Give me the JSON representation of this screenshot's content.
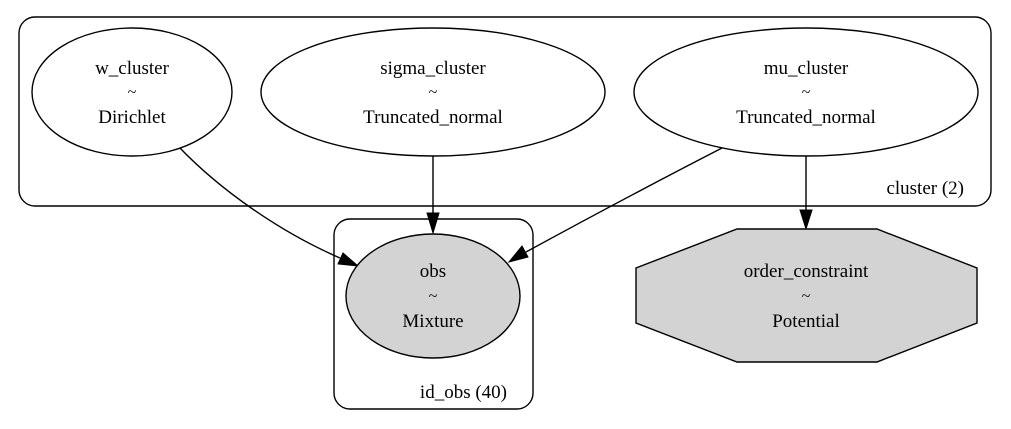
{
  "plates": {
    "cluster": {
      "label": "cluster (2)"
    },
    "id_obs": {
      "label": "id_obs (40)"
    }
  },
  "nodes": {
    "w_cluster": {
      "name": "w_cluster",
      "sep": "~",
      "dist": "Dirichlet"
    },
    "sigma_cluster": {
      "name": "sigma_cluster",
      "sep": "~",
      "dist": "Truncated_normal"
    },
    "mu_cluster": {
      "name": "mu_cluster",
      "sep": "~",
      "dist": "Truncated_normal"
    },
    "obs": {
      "name": "obs",
      "sep": "~",
      "dist": "Mixture"
    },
    "order_constraint": {
      "name": "order_constraint",
      "sep": "~",
      "dist": "Potential"
    }
  },
  "edges": [
    {
      "from": "w_cluster",
      "to": "obs"
    },
    {
      "from": "sigma_cluster",
      "to": "obs"
    },
    {
      "from": "mu_cluster",
      "to": "obs"
    },
    {
      "from": "mu_cluster",
      "to": "order_constraint"
    }
  ],
  "colors": {
    "observed_fill": "#d3d3d3",
    "latent_fill": "#ffffff",
    "stroke": "#000000"
  }
}
